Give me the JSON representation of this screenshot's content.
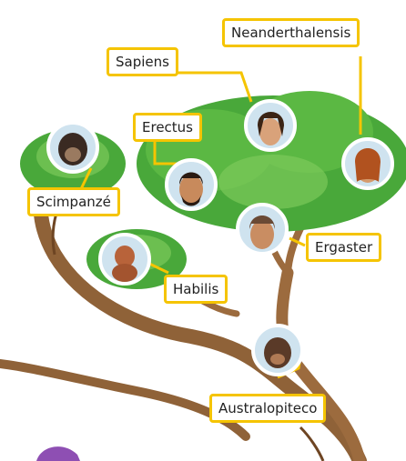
{
  "colors": {
    "label_border": "#f5c400",
    "connector": "#f5c400",
    "foliage": "#49a83a",
    "foliage_light": "#7cc95a",
    "branch": "#9c6b3e",
    "branch_dark": "#6e4523",
    "portrait_ring": "#ffffff",
    "portrait_bg": "#cfe3ef"
  },
  "labels": {
    "neanderthalensis": "Neanderthalensis",
    "sapiens": "Sapiens",
    "erectus": "Erectus",
    "scimpanze": "Scimpanzé",
    "ergaster": "Ergaster",
    "habilis": "Habilis",
    "australopiteco": "Australopiteco"
  }
}
